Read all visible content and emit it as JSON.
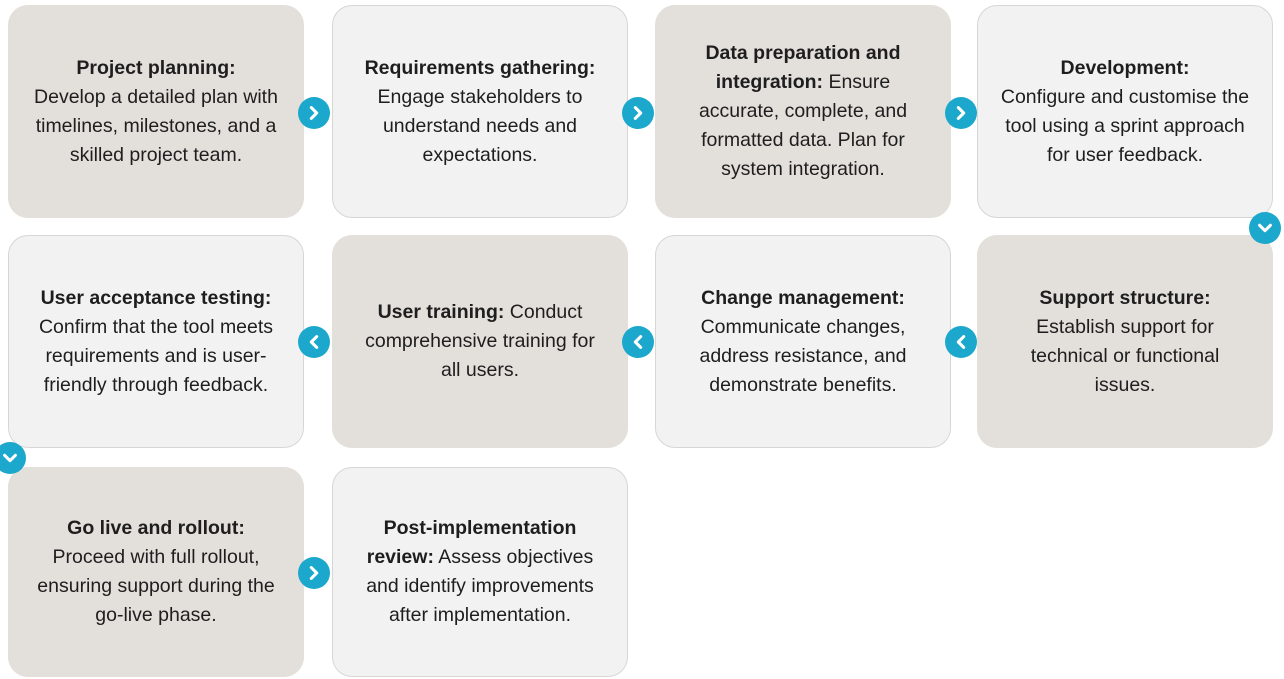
{
  "steps": [
    {
      "title": "Project planning:",
      "body": "Develop a detailed plan with timelines, milestones, and a skilled project team."
    },
    {
      "title": "Requirements gathering:",
      "body": "Engage stakeholders to understand needs and expectations."
    },
    {
      "title": "Data preparation and integration:",
      "body": "Ensure accurate, complete, and formatted data. Plan for system integration."
    },
    {
      "title": "Development:",
      "body": "Configure and customise the tool using a sprint approach for user feedback."
    },
    {
      "title": "Support structure:",
      "body": "Establish support for technical or functional issues."
    },
    {
      "title": "Change management:",
      "body": "Communicate changes, address resistance, and demonstrate benefits."
    },
    {
      "title": "User training:",
      "body": "Conduct comprehensive training for all users."
    },
    {
      "title": "User acceptance testing:",
      "body": "Confirm that the tool meets requirements and is user-friendly through feedback."
    },
    {
      "title": "Go live and rollout:",
      "body": "Proceed with full rollout, ensuring support during the go-live phase."
    },
    {
      "title": "Post-implementation review:",
      "body": "Assess objectives and identify improvements after implementation."
    }
  ],
  "colors": {
    "card_dark": "#e3dfda",
    "card_light": "#f2f2f2",
    "arrow": "#1ba8cc",
    "text": "#1e1e1e"
  },
  "icons": {
    "next": "chevron-right-icon",
    "back": "chevron-left-icon",
    "down": "chevron-down-icon"
  }
}
